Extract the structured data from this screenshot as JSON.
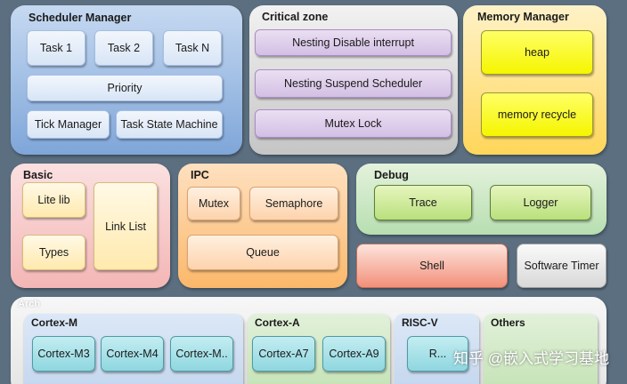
{
  "scheduler": {
    "title": "Scheduler Manager",
    "task1": "Task 1",
    "task2": "Task 2",
    "taskN": "Task N",
    "priority": "Priority",
    "tick": "Tick Manager",
    "state": "Task State Machine"
  },
  "critical": {
    "title": "Critical zone",
    "items": [
      "Nesting Disable interrupt",
      "Nesting Suspend Scheduler",
      "Mutex Lock"
    ]
  },
  "memory": {
    "title": "Memory Manager",
    "heap": "heap",
    "recycle": "memory recycle"
  },
  "basic": {
    "title": "Basic",
    "lite": "Lite lib",
    "types": "Types",
    "list": "Link List"
  },
  "ipc": {
    "title": "IPC",
    "mutex": "Mutex",
    "semaphore": "Semaphore",
    "queue": "Queue"
  },
  "debug": {
    "title": "Debug",
    "trace": "Trace",
    "logger": "Logger"
  },
  "shell": "Shell",
  "timer": "Software Timer",
  "arch": {
    "title": "Arch",
    "cortex_m": {
      "title": "Cortex-M",
      "items": [
        "Cortex-M3",
        "Cortex-M4",
        "Cortex-M.."
      ]
    },
    "cortex_a": {
      "title": "Cortex-A",
      "items": [
        "Cortex-A7",
        "Cortex-A9"
      ]
    },
    "riscv": {
      "title": "RISC-V",
      "item": "R..."
    },
    "others": {
      "title": "Others"
    }
  },
  "watermark": "知乎 @嵌入式学习基地",
  "colors": {
    "background": "#5b6f80",
    "scheduler": "#7fa6d9",
    "memory_box": "#ffff00",
    "basic": "#f4b6b6",
    "ipc": "#fbb86a",
    "debug": "#b7deb0",
    "shell": "#f2907a",
    "cortex_box": "#8fd7e0"
  }
}
